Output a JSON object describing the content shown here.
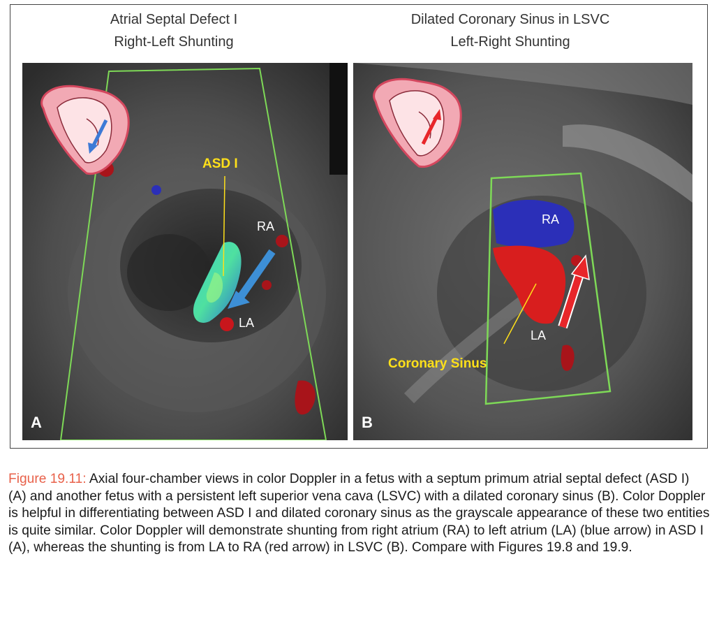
{
  "panel_a": {
    "title_line1": "Atrial Septal Defect I",
    "title_line2": "Right-Left Shunting",
    "letter": "A",
    "label_asd": "ASD I",
    "label_ra": "RA",
    "label_la": "LA",
    "arrow_color": "#3d8fd6"
  },
  "panel_b": {
    "title_line1": "Dilated Coronary Sinus in LSVC",
    "title_line2": "Left-Right Shunting",
    "letter": "B",
    "label_ra": "RA",
    "label_la": "LA",
    "label_cs": "Coronary Sinus",
    "arrow_color": "#e8262a"
  },
  "caption": {
    "figure_label": "Figure 19.11:",
    "text": " Axial four-chamber views in color Doppler in a fetus with a septum primum atrial septal defect (ASD I) (A) and another fetus with a persistent left superior vena cava (LSVC) with a dilated coronary sinus (B). Color Doppler is helpful in differentiating between ASD I and dilated coronary sinus as the grayscale appearance of these two entities is quite similar. Color Doppler will demonstrate shunting from right atrium (RA) to left atrium (LA) (blue arrow) in ASD I (A), whereas the shunting is from LA to RA (red arrow) in LSVC (B). Compare with Figures 19.8 and 19.9."
  },
  "colors": {
    "figure_label": "#e8614a",
    "annotation_yellow": "#ffe01a",
    "doppler_box": "#7ed957",
    "doppler_red": "#d81e1e",
    "doppler_blue": "#2b2fb8"
  }
}
